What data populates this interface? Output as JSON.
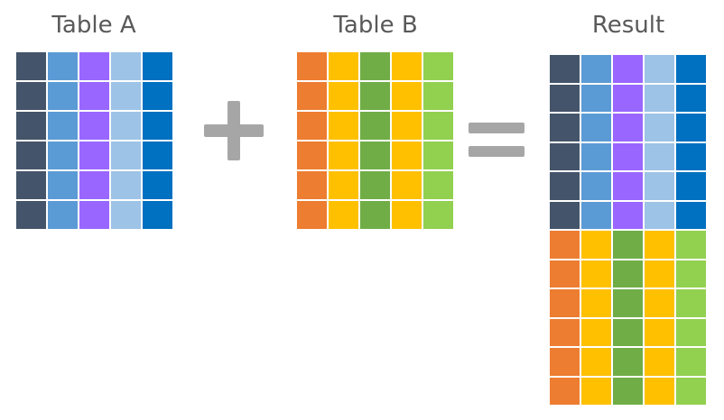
{
  "titles": {
    "table_a": "Table A",
    "table_b": "Table B",
    "result": "Result"
  },
  "colors": {
    "table_a_columns": [
      "#44546a",
      "#5b9bd5",
      "#9966ff",
      "#9dc3e6",
      "#0070c0"
    ],
    "table_b_columns": [
      "#ed7d31",
      "#ffc000",
      "#70ad47",
      "#ffc000",
      "#92d050"
    ],
    "operator": "#a6a6a6",
    "title_text": "#595959"
  },
  "table_a": {
    "rows": 6,
    "columns": 5
  },
  "table_b": {
    "rows": 6,
    "columns": 5
  },
  "result": {
    "rows_from_a": 6,
    "rows_from_b": 6,
    "columns": 5
  },
  "operators": [
    "plus",
    "equals"
  ]
}
